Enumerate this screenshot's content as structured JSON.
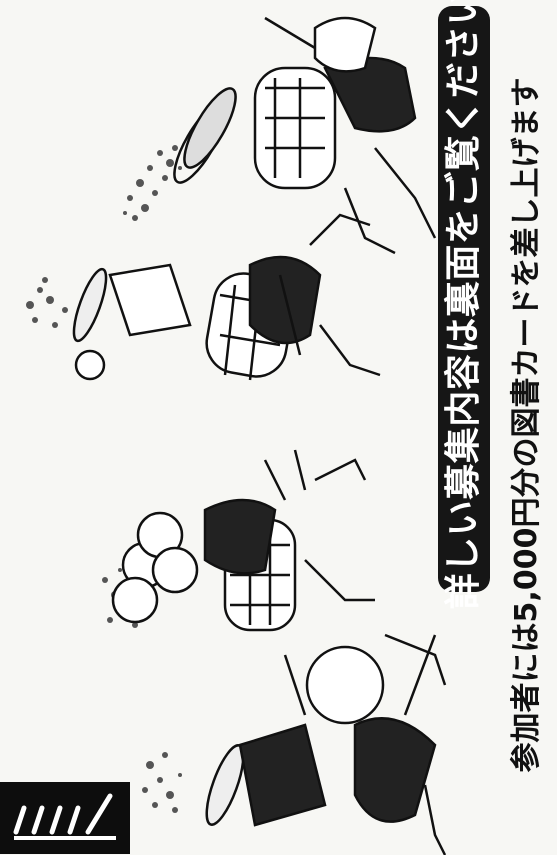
{
  "banner": {
    "text": "詳しい募集内容は裏面をご覧ください",
    "bg_color": "#161616",
    "text_color": "#ffffff"
  },
  "side_note": {
    "text": "参加者には5,000円分の図書カードを差し上げます"
  },
  "logo": {
    "icon": "stripes-logo-icon"
  },
  "illustrations": [
    {
      "name": "drummer-figure-1",
      "icon": "drummer-with-cymbals-icon"
    },
    {
      "name": "drummer-figure-2",
      "icon": "drummer-with-drum-icon"
    },
    {
      "name": "drummer-figure-3",
      "icon": "drummer-with-drum-icon"
    },
    {
      "name": "drummer-figure-4",
      "icon": "drummer-with-cymbals-icon"
    }
  ]
}
